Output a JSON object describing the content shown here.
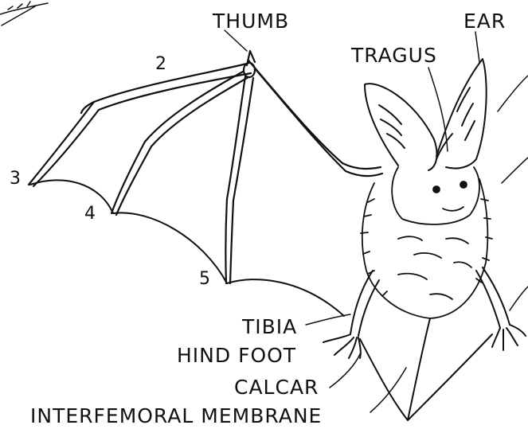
{
  "labels": {
    "thumb": "THUMB",
    "ear": "EAR",
    "tragus": "TRAGUS",
    "digit_2": "2",
    "digit_3": "3",
    "digit_4": "4",
    "digit_5": "5",
    "tibia": "TIBIA",
    "hind_foot": "HIND FOOT",
    "calcar": "CALCAR",
    "interfemoral_membrane": "INTERFEMORAL MEMBRANE"
  },
  "style": {
    "ink": "#111111",
    "background": "#ffffff"
  }
}
